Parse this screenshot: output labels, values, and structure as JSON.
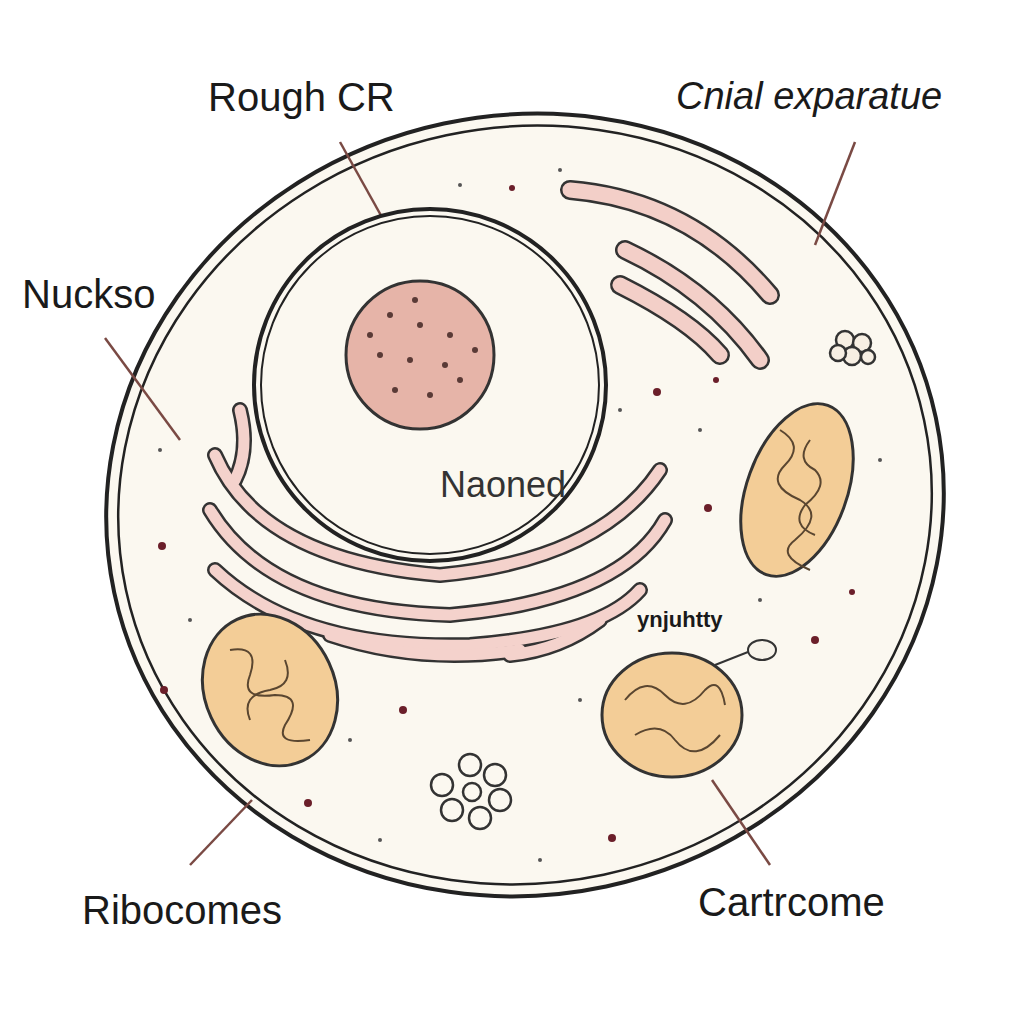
{
  "diagram": {
    "nodes": [
      {
        "text": [
          "Naoned"
        ]
      }
    ],
    "labels": [
      "Rough CR",
      "Cnial exparatue",
      "Nuckso",
      "ynjuhtty",
      "Ribocomes",
      "Cartrcome"
    ]
  }
}
